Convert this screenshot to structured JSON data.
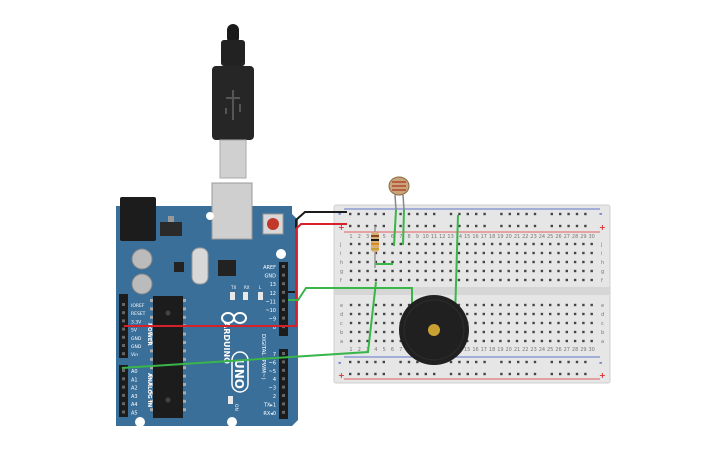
{
  "colors": {
    "board": "#3a6f9a",
    "board_dark": "#2b5678",
    "wire_red": "#d6202a",
    "wire_black": "#1a1a1a",
    "wire_green": "#39b54a",
    "breadboard": "#e6e6e6",
    "rail_red": "#e03030",
    "rail_blue": "#3050c0",
    "buzzer": "#202020",
    "buzzer_center": "#c9a032"
  },
  "arduino": {
    "logo": "ARDUINO",
    "model": "UNO",
    "digital_label": "DIGITAL (PWM~)",
    "power_label": "POWER",
    "analog_label": "ANALOG IN",
    "on_label": "ON",
    "tx_label": "TX",
    "rx_label": "RX",
    "l_label": "L",
    "top_pins": [
      "AREF",
      "GND",
      "13",
      "12",
      "~11",
      "~10",
      "~9",
      "8"
    ],
    "bottom_pins": [
      "7",
      "~6",
      "~5",
      "4",
      "~3",
      "2",
      "TX▸1",
      "RX◂0"
    ],
    "power_pins": [
      "IOREF",
      "RESET",
      "3.3V",
      "5V",
      "GND",
      "GND",
      "Vin"
    ],
    "analog_pins": [
      "A0",
      "A1",
      "A2",
      "A3",
      "A4",
      "A5"
    ]
  },
  "breadboard": {
    "plus": "+",
    "minus": "-",
    "row_letters_top": [
      "j",
      "i",
      "h",
      "g",
      "f"
    ],
    "row_letters_bottom": [
      "e",
      "d",
      "c",
      "b",
      "a"
    ],
    "columns": [
      "1",
      "2",
      "3",
      "4",
      "5",
      "6",
      "7",
      "8",
      "9",
      "10",
      "11",
      "12",
      "13",
      "14",
      "15",
      "16",
      "17",
      "18",
      "19",
      "20",
      "21",
      "22",
      "23",
      "24",
      "25",
      "26",
      "27",
      "28",
      "29",
      "30"
    ]
  },
  "components": {
    "usb": "usb-cable",
    "photoresistor": "photoresistor",
    "resistor": "resistor",
    "buzzer": "piezo-buzzer"
  }
}
